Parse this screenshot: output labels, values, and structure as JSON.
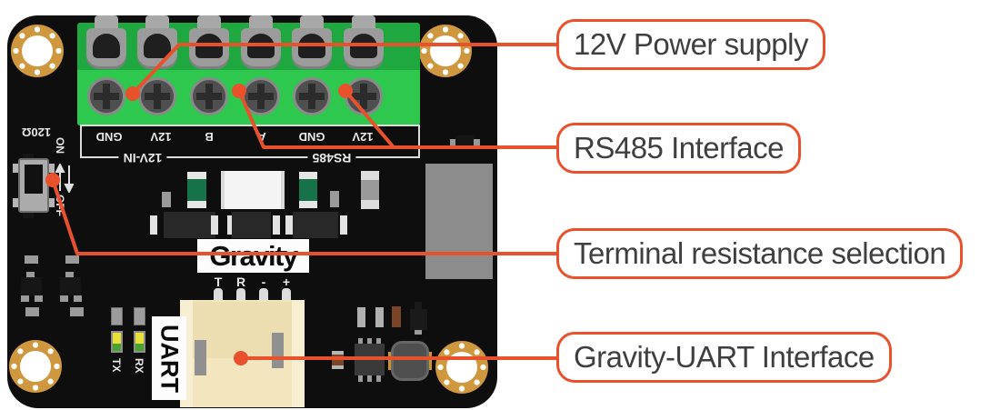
{
  "colors": {
    "accent": "#E8512B",
    "board_black": "#0E0E0E",
    "terminal_green": "#2EC84E",
    "terminal_green_dark": "#1FA840",
    "hole_gold": "#D0983E",
    "connector_cream": "#F3E5BD",
    "silkscreen": "#E9E9E9",
    "callout_text": "#3F3F3F"
  },
  "board": {
    "silkscreen": {
      "resistor_label": "120Ω",
      "switch_on": "ON",
      "switch_off": "OFF",
      "gravity_logo": "Gravity",
      "uart_label": "UART",
      "tx_label": "TX",
      "rx_label": "RX",
      "uart_pins": [
        "T",
        "R",
        "-",
        "+"
      ],
      "terminal_groups": [
        {
          "label": "12V-IN",
          "pins": [
            "GND",
            "12V"
          ]
        },
        {
          "label": "RS485",
          "pins": [
            "B",
            "A",
            "GND",
            "12V"
          ]
        }
      ]
    }
  },
  "callouts": [
    {
      "label": "12V Power supply"
    },
    {
      "label": "RS485 Interface"
    },
    {
      "label": "Terminal resistance selection"
    },
    {
      "label": "Gravity-UART Interface"
    }
  ]
}
